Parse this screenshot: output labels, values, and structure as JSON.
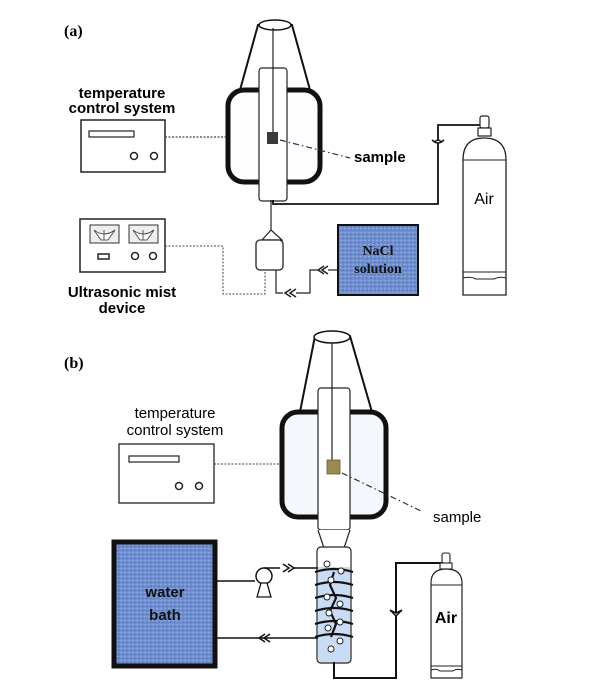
{
  "panel_a": {
    "label": "(a)",
    "temp_control": {
      "line1": "temperature",
      "line2": "control system"
    },
    "sample_label": "sample",
    "air_label": "Air",
    "nacl": {
      "line1": "NaCl",
      "line2": "solution"
    },
    "ultrasonic": {
      "line1": "Ultrasonic mist",
      "line2": "device"
    }
  },
  "panel_b": {
    "label": "(b)",
    "temp_control": {
      "line1": "temperature",
      "line2": "control system"
    },
    "sample_label": "sample",
    "air_label": "Air",
    "water_bath": {
      "line1": "water",
      "line2": "bath"
    }
  },
  "colors": {
    "solution_blue": "#6f8fd0",
    "sample_dark": "#3a3a3a",
    "sample_tan": "#9a8a50",
    "bubbler_fill": "#c8dcf5"
  }
}
